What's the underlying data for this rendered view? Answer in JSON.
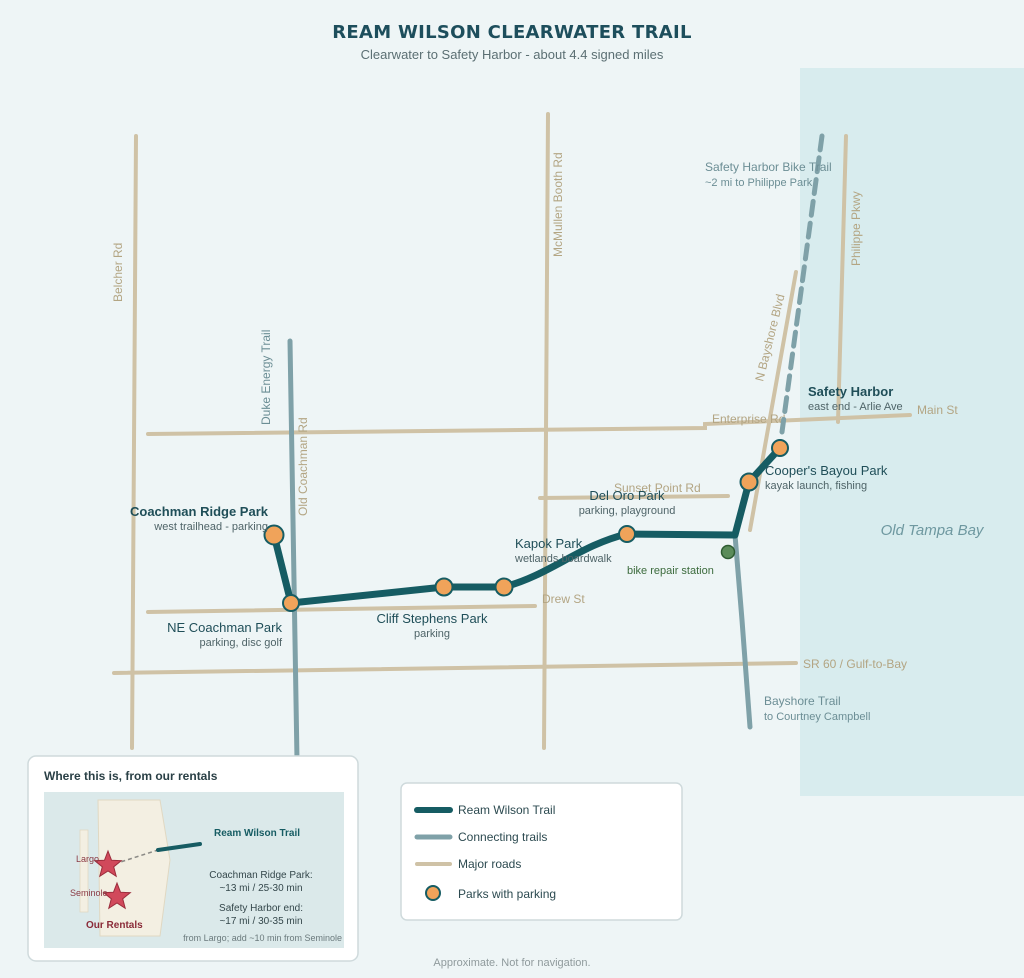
{
  "title": "REAM WILSON CLEARWATER TRAIL",
  "subtitle": "Clearwater to Safety Harbor - about 4.4 signed miles",
  "water": {
    "label": "Old Tampa Bay",
    "color": "#d8ecee"
  },
  "roads": {
    "belcher": "Belcher Rd",
    "mcmullen": "McMullen Booth Rd",
    "philippe": "Philippe Pkwy",
    "bayshore_blvd": "N Bayshore Blvd",
    "old_coachman": "Old Coachman Rd",
    "enterprise": "Enterprise Rd",
    "main_st": "Main St",
    "sunset_point": "Sunset Point Rd",
    "drew": "Drew St",
    "sr60": "SR 60 / Gulf-to-Bay"
  },
  "connecting_trails": {
    "duke": {
      "name": "Duke Energy Trail"
    },
    "safety_harbor_bike": {
      "name": "Safety Harbor Bike Trail",
      "note": "~2 mi to Philippe Park"
    },
    "bayshore": {
      "name": "Bayshore Trail",
      "note": "to Courtney Campbell"
    }
  },
  "parks": {
    "coachman_ridge": {
      "name": "Coachman Ridge Park",
      "note": "west trailhead - parking"
    },
    "ne_coachman": {
      "name": "NE Coachman Park",
      "note": "parking, disc golf"
    },
    "cliff_stephens": {
      "name": "Cliff Stephens Park",
      "note": "parking"
    },
    "kapok": {
      "name": "Kapok Park",
      "note": "wetlands boardwalk"
    },
    "del_oro": {
      "name": "Del Oro Park",
      "note": "parking, playground"
    },
    "coopers_bayou": {
      "name": "Cooper's Bayou Park",
      "note": "kayak launch, fishing"
    },
    "safety_harbor": {
      "name": "Safety Harbor",
      "note": "east end - Arlie Ave"
    }
  },
  "repair_station": {
    "label": "bike repair station"
  },
  "legend": {
    "items": [
      {
        "label": "Ream Wilson Trail"
      },
      {
        "label": "Connecting trails"
      },
      {
        "label": "Major roads"
      },
      {
        "label": "Parks with parking"
      }
    ]
  },
  "inset": {
    "title": "Where this is, from our rentals",
    "trail_label": "Ream Wilson Trail",
    "largo": "Largo",
    "seminole": "Seminole",
    "rentals": "Our Rentals",
    "coachman_line1": "Coachman Ridge Park:",
    "coachman_line2": "~13 mi / 25-30 min",
    "sh_line1": "Safety Harbor end:",
    "sh_line2": "~17 mi / 30-35 min",
    "footnote": "from Largo; add ~10 min from Seminole"
  },
  "footer": "Approximate. Not for navigation.",
  "colors": {
    "trail": "#165c63",
    "connecting": "#7fa1a8",
    "roads": "#cfc2a6",
    "park_fill": "#f0a35a",
    "repair": "#5b8c5a",
    "rentals_star": "#d1495b"
  }
}
